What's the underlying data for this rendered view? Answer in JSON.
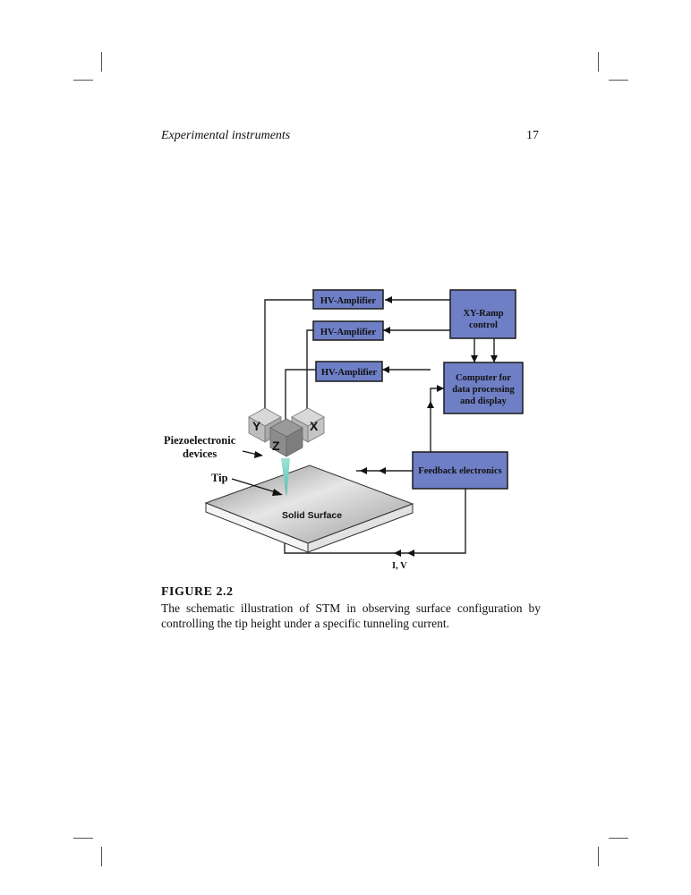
{
  "header": {
    "running_title": "Experimental instruments",
    "page_number": "17"
  },
  "figure": {
    "boxes": {
      "hv_amplifier_1": "HV-Amplifier",
      "hv_amplifier_2": "HV-Amplifier",
      "hv_amplifier_3": "HV-Amplifier",
      "xy_ramp_line1": "XY-Ramp",
      "xy_ramp_line2": "control",
      "computer_line1": "Computer for",
      "computer_line2": "data processing",
      "computer_line3": "and display",
      "feedback": "Feedback electronics"
    },
    "labels": {
      "piezo_line1": "Piezoelectronic",
      "piezo_line2": "devices",
      "tip": "Tip",
      "surface": "Solid Surface",
      "iv": "I, V",
      "cube_y": "Y",
      "cube_x": "X",
      "cube_z": "Z"
    },
    "colors": {
      "box_fill": "#6f7fc6",
      "box_border": "#1a1a1a",
      "tip": "#7fd6c8"
    }
  },
  "caption": {
    "title": "FIGURE 2.2",
    "text": "The schematic illustration of STM in observing surface configuration by controlling the tip height under a specific tunneling current."
  }
}
